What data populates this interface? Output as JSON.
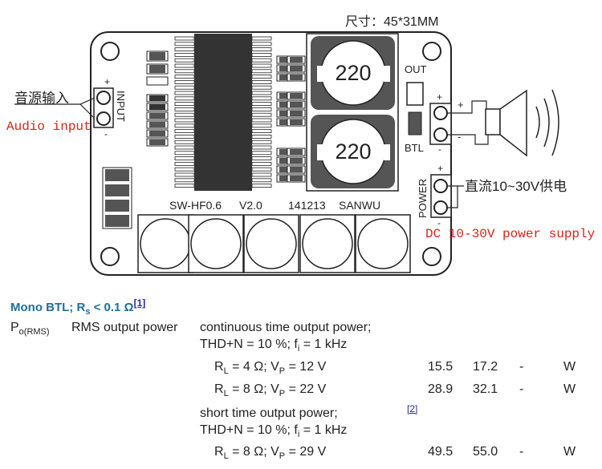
{
  "board": {
    "size_label": "尺寸：45*31MM",
    "inductor_value": "220",
    "silkscreen": {
      "model": "SW-HF0.6",
      "version": "V2.0",
      "date": "141213",
      "maker": "SANWU",
      "input": "INPUT",
      "out": "OUT",
      "btl": "BTL",
      "power": "POWER",
      "plus": "+",
      "minus": "-"
    },
    "labels": {
      "audio_input_cn": "音源输入",
      "audio_input_en": "Audio input",
      "dc_supply_cn": "直流10~30V供电",
      "dc_supply_en": "DC 10-30V power supply"
    },
    "colors": {
      "board": "#ffffff",
      "outline": "#222222",
      "red_label": "#e0201a",
      "ic": "#333333"
    }
  },
  "spec": {
    "heading_text": "Mono BTL; R",
    "heading_sub": "s",
    "heading_rest": " < 0.1 Ω",
    "heading_ref": "[1]",
    "param_symbol": "P",
    "param_symbol_sub": "o(RMS)",
    "param_name": "RMS output power",
    "continuous": {
      "line1": "continuous time output power;",
      "line2": "THD+N = 10 %; f",
      "line2_sub": "i",
      "line2_rest": " = 1 kHz"
    },
    "short": {
      "line1": "short time output power;",
      "ref": "[2]",
      "line2": "THD+N = 10 %; f",
      "line2_sub": "i",
      "line2_rest": " = 1 kHz"
    },
    "rows": [
      {
        "rl": "R",
        "rl_sub": "L",
        "cond": " = 4 Ω; V",
        "vp_sub": "P",
        "vp": " = 12 V",
        "min": "15.5",
        "typ": "17.2",
        "max": "-",
        "unit": "W"
      },
      {
        "rl": "R",
        "rl_sub": "L",
        "cond": " = 8 Ω; V",
        "vp_sub": "P",
        "vp": " = 22 V",
        "min": "28.9",
        "typ": "32.1",
        "max": "-",
        "unit": "W"
      },
      {
        "rl": "R",
        "rl_sub": "L",
        "cond": " = 8 Ω; V",
        "vp_sub": "P",
        "vp": " = 29 V",
        "min": "49.5",
        "typ": "55.0",
        "max": "-",
        "unit": "W"
      }
    ]
  }
}
